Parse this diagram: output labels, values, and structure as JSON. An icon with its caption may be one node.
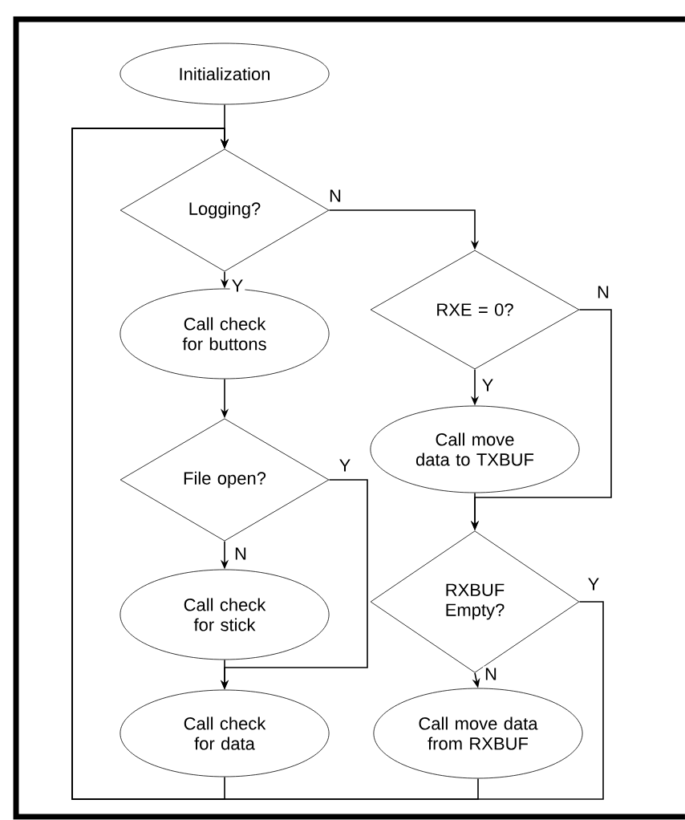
{
  "diagram": {
    "nodes": [
      {
        "text": [
          "Initialization"
        ]
      },
      {
        "text": [
          "Logging?"
        ]
      },
      {
        "text": [
          "Call check for buttons"
        ]
      },
      {
        "text": [
          "File open?"
        ]
      },
      {
        "text": [
          "Call check for stick"
        ]
      },
      {
        "text": [
          "Call check for data"
        ]
      },
      {
        "text": [
          "RXE = 0?"
        ]
      },
      {
        "text": [
          "Call move data to TXBUF"
        ]
      },
      {
        "text": [
          "RXBUF Empty?"
        ]
      },
      {
        "text": [
          "Call move data from RXBUF"
        ]
      }
    ],
    "edges": [
      {
        "from": 0,
        "to": 1,
        "arrow": "to"
      },
      {
        "from": 1,
        "to": 2,
        "arrow": "to",
        "label": "Y"
      },
      {
        "from": 1,
        "to": 6,
        "arrow": "to",
        "label": "N"
      },
      {
        "from": 2,
        "to": 3,
        "arrow": "to"
      },
      {
        "from": 3,
        "to": 4,
        "arrow": "to",
        "label": "N"
      },
      {
        "from": 3,
        "to": 5,
        "arrow": "to",
        "label": "Y"
      },
      {
        "from": 4,
        "to": 5,
        "arrow": "to"
      },
      {
        "from": 6,
        "to": 7,
        "arrow": "to",
        "label": "Y"
      },
      {
        "from": 6,
        "to": 8,
        "arrow": "to",
        "label": "N"
      },
      {
        "from": 7,
        "to": 8,
        "arrow": "to"
      },
      {
        "from": 8,
        "to": 9,
        "arrow": "to",
        "label": "N"
      },
      {
        "from": 5,
        "to": 1,
        "arrow": "to"
      },
      {
        "from": 9,
        "to": 1,
        "arrow": "to"
      },
      {
        "from": 8,
        "to": 1,
        "arrow": "to",
        "label": "Y"
      }
    ]
  }
}
